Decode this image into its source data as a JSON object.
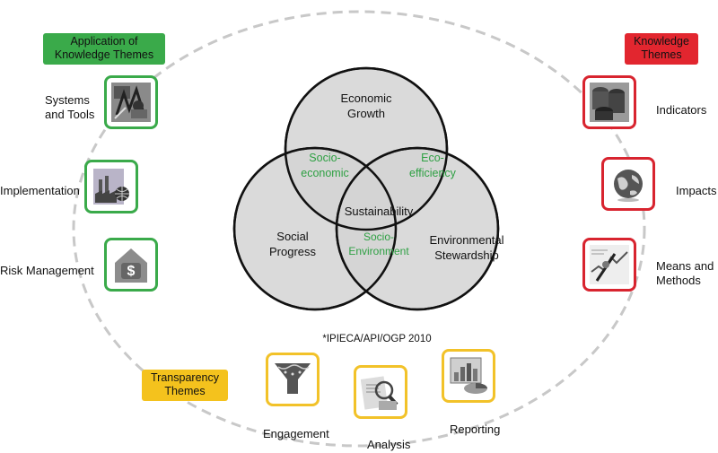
{
  "themes": {
    "application": {
      "line1": "Application of",
      "line2": "Knowledge Themes",
      "color": "#3aaa4a"
    },
    "knowledge": {
      "line1": "Knowledge",
      "line2": "Themes",
      "color": "#e2262f"
    },
    "transparency": {
      "line1": "Transparency",
      "line2": "Themes",
      "color": "#f4c21d"
    }
  },
  "venn": {
    "top": {
      "line1": "Economic",
      "line2": "Growth"
    },
    "left": {
      "line1": "Social",
      "line2": "Progress"
    },
    "right": {
      "line1": "Environmental",
      "line2": "Stewardship"
    },
    "socio_economic": {
      "line1": "Socio-",
      "line2": "economic"
    },
    "eco_efficiency": {
      "line1": "Eco-",
      "line2": "efficiency"
    },
    "socio_environment": {
      "line1": "Socio-",
      "line2": "Environment"
    },
    "center": "Sustainability"
  },
  "source_note": "*IPIECA/API/OGP 2010",
  "application_items": [
    {
      "line1": "Systems",
      "line2": "and Tools",
      "icon": "tools-collage-icon"
    },
    {
      "label": "Implementation",
      "icon": "factory-globe-icon"
    },
    {
      "label": "Risk Management",
      "icon": "house-dollar-icon"
    }
  ],
  "knowledge_items": [
    {
      "label": "Indicators",
      "icon": "oil-barrels-icon"
    },
    {
      "label": "Impacts",
      "icon": "globe-icon"
    },
    {
      "line1": "Means and",
      "line2": "Methods",
      "icon": "chart-pen-icon"
    }
  ],
  "transparency_items": [
    {
      "label": "Engagement",
      "icon": "funnel-icon"
    },
    {
      "label": "Analysis",
      "icon": "magnifier-docs-icon"
    },
    {
      "label": "Reporting",
      "icon": "bar-pie-chart-icon"
    }
  ],
  "colors": {
    "green": "#3aaa4a",
    "red": "#d8242f",
    "yellow": "#f2c229",
    "green_text": "#2ea043",
    "circle_fill": "#d4d4d4"
  }
}
